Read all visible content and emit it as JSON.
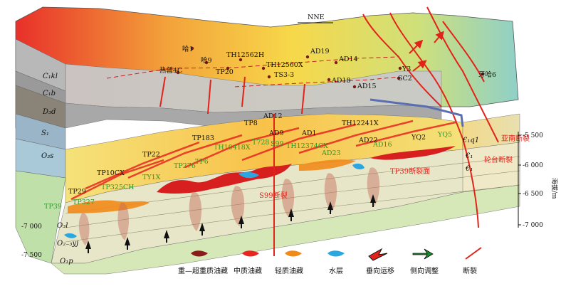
{
  "direction": "NNE",
  "wells_black": [
    {
      "label": "哈1"
    },
    {
      "label": "哈9"
    },
    {
      "label": "热普4C"
    },
    {
      "label": "TP20"
    },
    {
      "label": "TH12562H"
    },
    {
      "label": "TH12560X"
    },
    {
      "label": "TS3-3"
    },
    {
      "label": "AD19"
    },
    {
      "label": "AD14"
    },
    {
      "label": "AD18"
    },
    {
      "label": "AD15"
    },
    {
      "label": "Y3"
    },
    {
      "label": "SC2"
    },
    {
      "label": "牙哈6"
    },
    {
      "label": "AD12"
    },
    {
      "label": "TP8"
    },
    {
      "label": "TH12241X"
    },
    {
      "label": "TP183"
    },
    {
      "label": "AD9"
    },
    {
      "label": "AD1"
    },
    {
      "label": "AD22"
    },
    {
      "label": "YQ2"
    },
    {
      "label": "TP22"
    },
    {
      "label": "TP10CX"
    },
    {
      "label": "TP29"
    }
  ],
  "wells_green": [
    {
      "label": "TH10418X"
    },
    {
      "label": "T728"
    },
    {
      "label": "S99"
    },
    {
      "label": "TH12374CX"
    },
    {
      "label": "AD23"
    },
    {
      "label": "AD16"
    },
    {
      "label": "YQ5"
    },
    {
      "label": "TP276"
    },
    {
      "label": "TP6"
    },
    {
      "label": "TY1X"
    },
    {
      "label": "TP325CH"
    },
    {
      "label": "TP327"
    },
    {
      "label": "TP39"
    }
  ],
  "strata": {
    "c1kl": "C₁kl",
    "c1b": "C₁b",
    "d3d": "D₃d",
    "s1": "S₁",
    "o3s": "O₃s",
    "o3l": "O₃l",
    "o23yj": "O₂₋₃yj",
    "o1p": "O₁p",
    "e1q1": "€₁q1",
    "e1": "€₁",
    "e1b": "€₁"
  },
  "faults": {
    "s99": "S99断裂",
    "tp39": "TP39断裂面",
    "luntai": "轮台断裂",
    "yanan": "亚南断裂"
  },
  "axis": {
    "title": "海拔/m",
    "right_ticks": [
      "-5 500",
      "-6 000",
      "-6 500",
      "-7 000"
    ],
    "left_ticks": [
      "-7 000",
      "-7 500"
    ]
  },
  "legend": [
    {
      "label": "重—超重质油藏",
      "swatch": "heavy-oil",
      "color": "#8b1a1a"
    },
    {
      "label": "中质油藏",
      "swatch": "medium-oil",
      "color": "#e8261f"
    },
    {
      "label": "轻质油藏",
      "swatch": "light-oil",
      "color": "#f28a1a"
    },
    {
      "label": "水层",
      "swatch": "water-layer",
      "color": "#2aa6e0"
    },
    {
      "label": "垂向运移",
      "swatch": "vertical-migration-arrow",
      "color": "#111111"
    },
    {
      "label": "侧向调整",
      "swatch": "lateral-adjustment-arrow",
      "color": "#1a8a2a"
    },
    {
      "label": "断裂",
      "swatch": "fault-line",
      "color": "#e2231a"
    }
  ]
}
